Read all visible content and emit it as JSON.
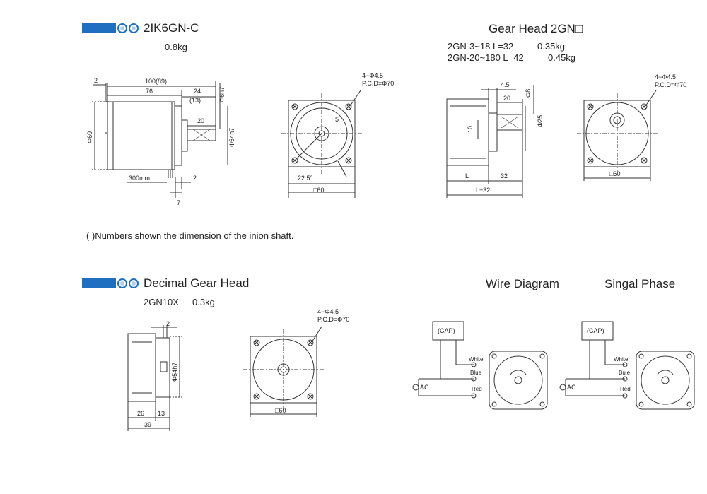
{
  "section1": {
    "title": "2IK6GN-C",
    "weight": "0.8kg",
    "dims": {
      "d2": "2",
      "d100": "100(89)",
      "d76": "76",
      "d24": "24",
      "d13": "(13)",
      "d6h7": "Φ6h7",
      "d20": "20",
      "d60": "Φ60",
      "d54h7": "Φ54h7",
      "d300": "300mm",
      "d2b": "2",
      "d7": "7"
    },
    "front": {
      "holes": "4−Φ4.5",
      "pcd": "P.C.D=Φ70",
      "d5": "5",
      "angle": "22.5°",
      "square": "□60"
    }
  },
  "gearhead": {
    "title": "Gear Head 2GN□",
    "spec1": "2GN-3~18 L=32",
    "weight1": "0.35kg",
    "spec2": "2GN-20~180 L=42",
    "weight2": "0.45kg",
    "dims": {
      "d45": "4.5",
      "d20": "20",
      "d8": "Φ8",
      "d10": "10",
      "d25": "Φ25",
      "dL": "L",
      "d32": "32",
      "dL32": "L+32"
    },
    "front": {
      "holes": "4−Φ4.5",
      "pcd": "P.C.D=Φ70",
      "square": "□60"
    }
  },
  "note": "(      )Numbers shown the dimension of the inion shaft.",
  "decimal": {
    "title": "Decimal Gear Head",
    "model": "2GN10X",
    "weight": "0.3kg",
    "dims": {
      "d2": "2",
      "d54h7": "Φ54h7",
      "d26": "26",
      "d13": "13",
      "d39": "39"
    },
    "front": {
      "holes": "4−Φ4.5",
      "pcd": "P.C.D=Φ70",
      "square": "□60"
    }
  },
  "wiring": {
    "title1": "Wire Diagram",
    "title2": "Singal Phase",
    "d1": {
      "cap": "(CAP)",
      "white": "White",
      "blue": "Blue",
      "red": "Red",
      "ac": "AC"
    },
    "d2": {
      "cap": "(CAP)",
      "white": "White",
      "blue": "Bule",
      "red": "Red",
      "ac": "AC"
    }
  },
  "colors": {
    "accent": "#1f6fc0"
  }
}
